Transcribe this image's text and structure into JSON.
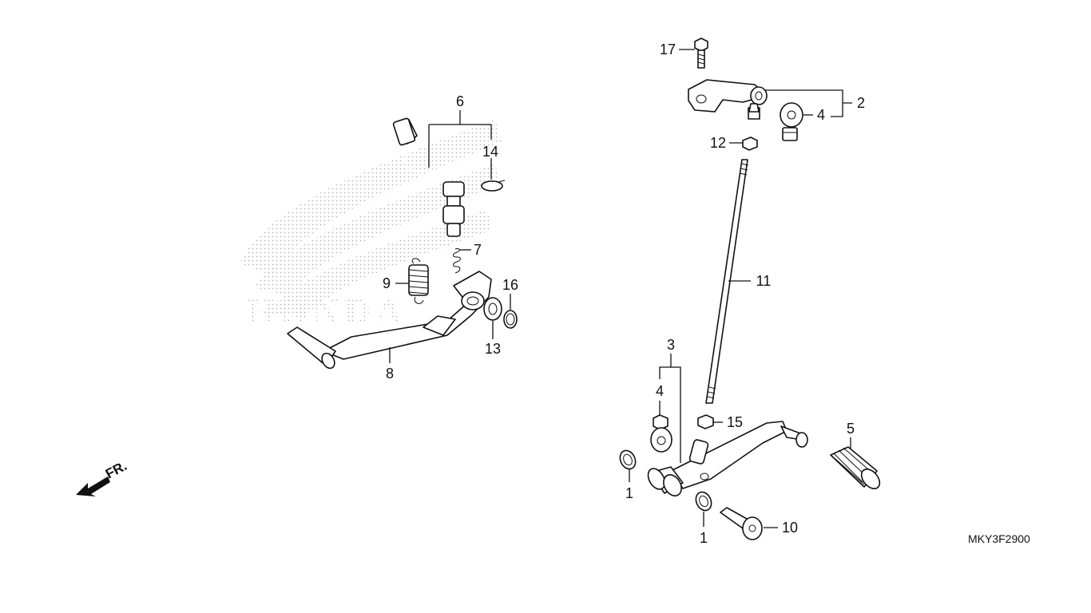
{
  "diagram": {
    "code": "MKY3F2900",
    "watermark": "HONDA",
    "front_arrow_label": "FR.",
    "callouts": {
      "c1a": "1",
      "c1b": "1",
      "c2": "2",
      "c3": "3",
      "c4a": "4",
      "c4b": "4",
      "c5": "5",
      "c6": "6",
      "c7": "7",
      "c8": "8",
      "c9": "9",
      "c10": "10",
      "c11": "11",
      "c12": "12",
      "c13": "13",
      "c14": "14",
      "c15": "15",
      "c16": "16",
      "c17": "17"
    }
  }
}
